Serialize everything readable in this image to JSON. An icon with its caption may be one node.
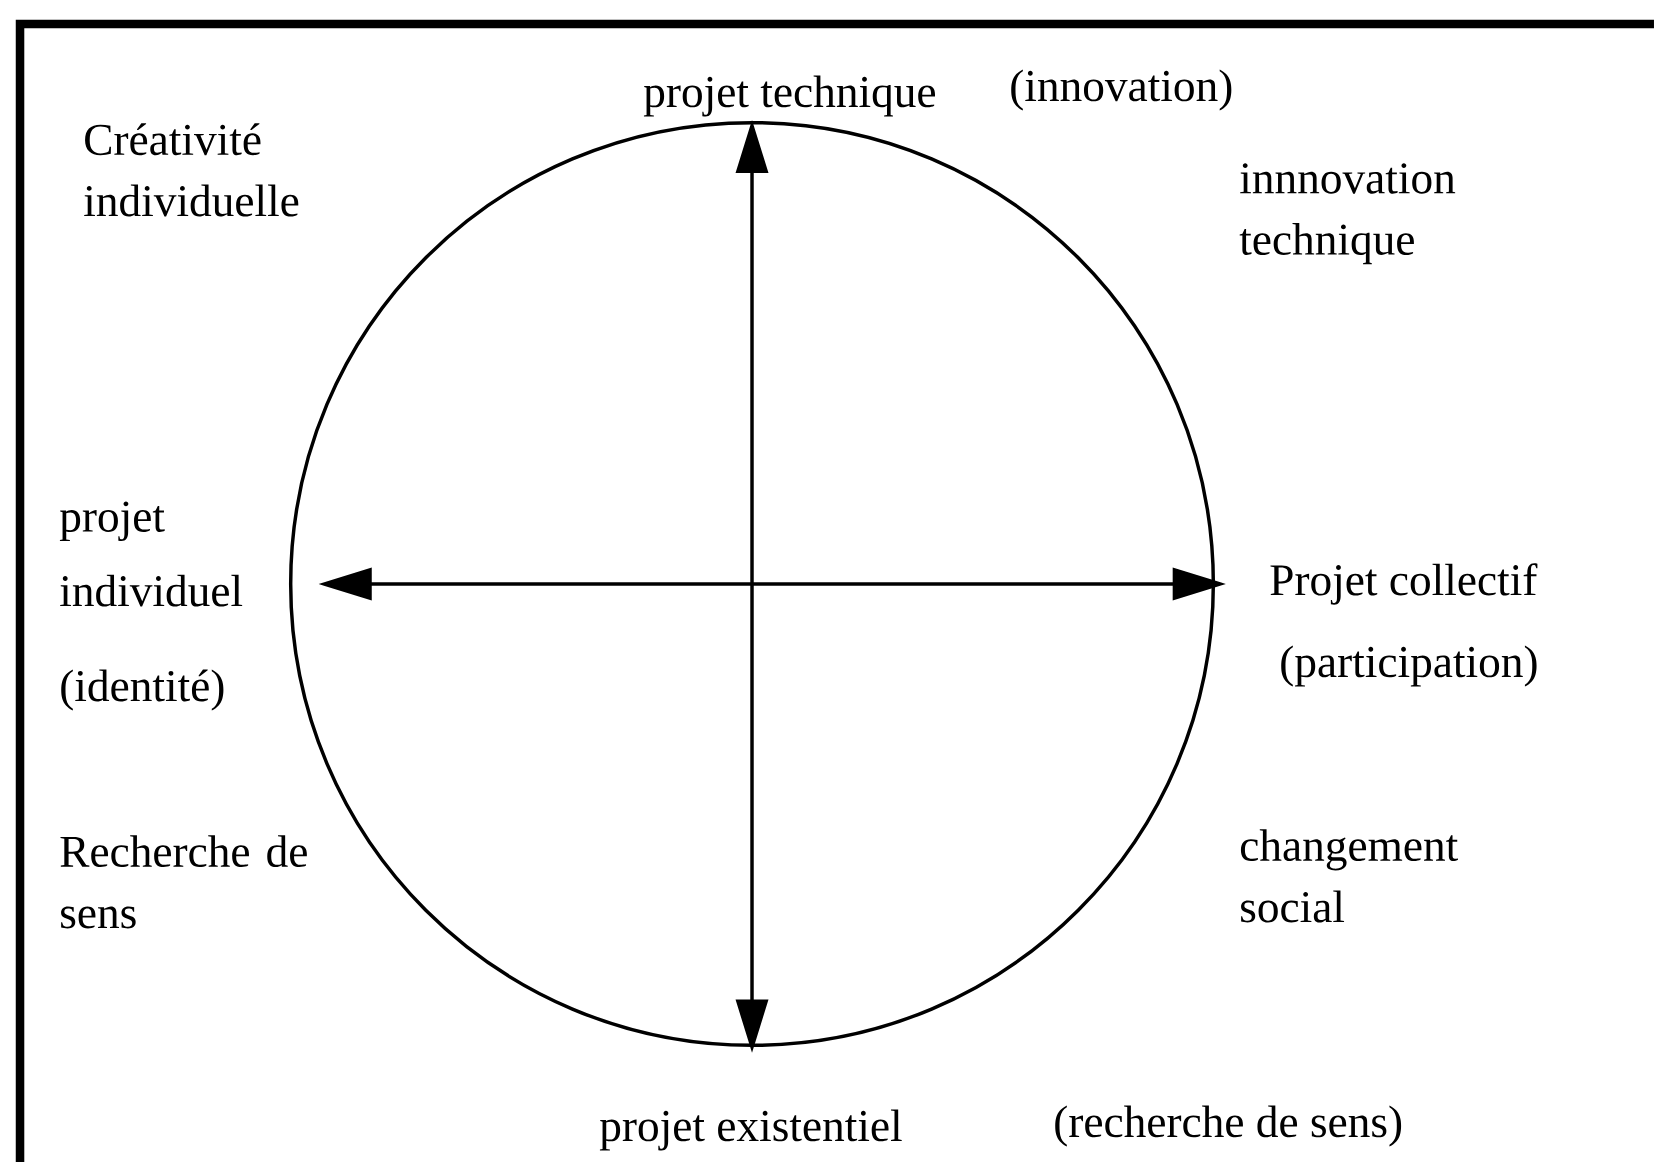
{
  "diagram": {
    "nodes": [
      {
        "text": [
          "projet technique"
        ],
        "beside": [
          "(innovation)"
        ]
      },
      {
        "text": [
          "projet individuel"
        ],
        "beside": [
          "(identité)"
        ]
      },
      {
        "text": [
          "Projet collectif"
        ],
        "beside": [
          "(participation)"
        ]
      },
      {
        "text": [
          "projet existentiel"
        ],
        "beside": [
          "(recherche de sens)"
        ]
      }
    ],
    "edges": [
      {
        "from": null,
        "to": 0,
        "arrow": "to"
      },
      {
        "from": null,
        "to": 1,
        "arrow": "to"
      },
      {
        "from": null,
        "to": 2,
        "arrow": "to"
      },
      {
        "from": null,
        "to": 3,
        "arrow": "to"
      }
    ],
    "labels": [
      "Créativité individuelle",
      "innnovation technique",
      "Recherche de sens",
      "changement social"
    ]
  }
}
